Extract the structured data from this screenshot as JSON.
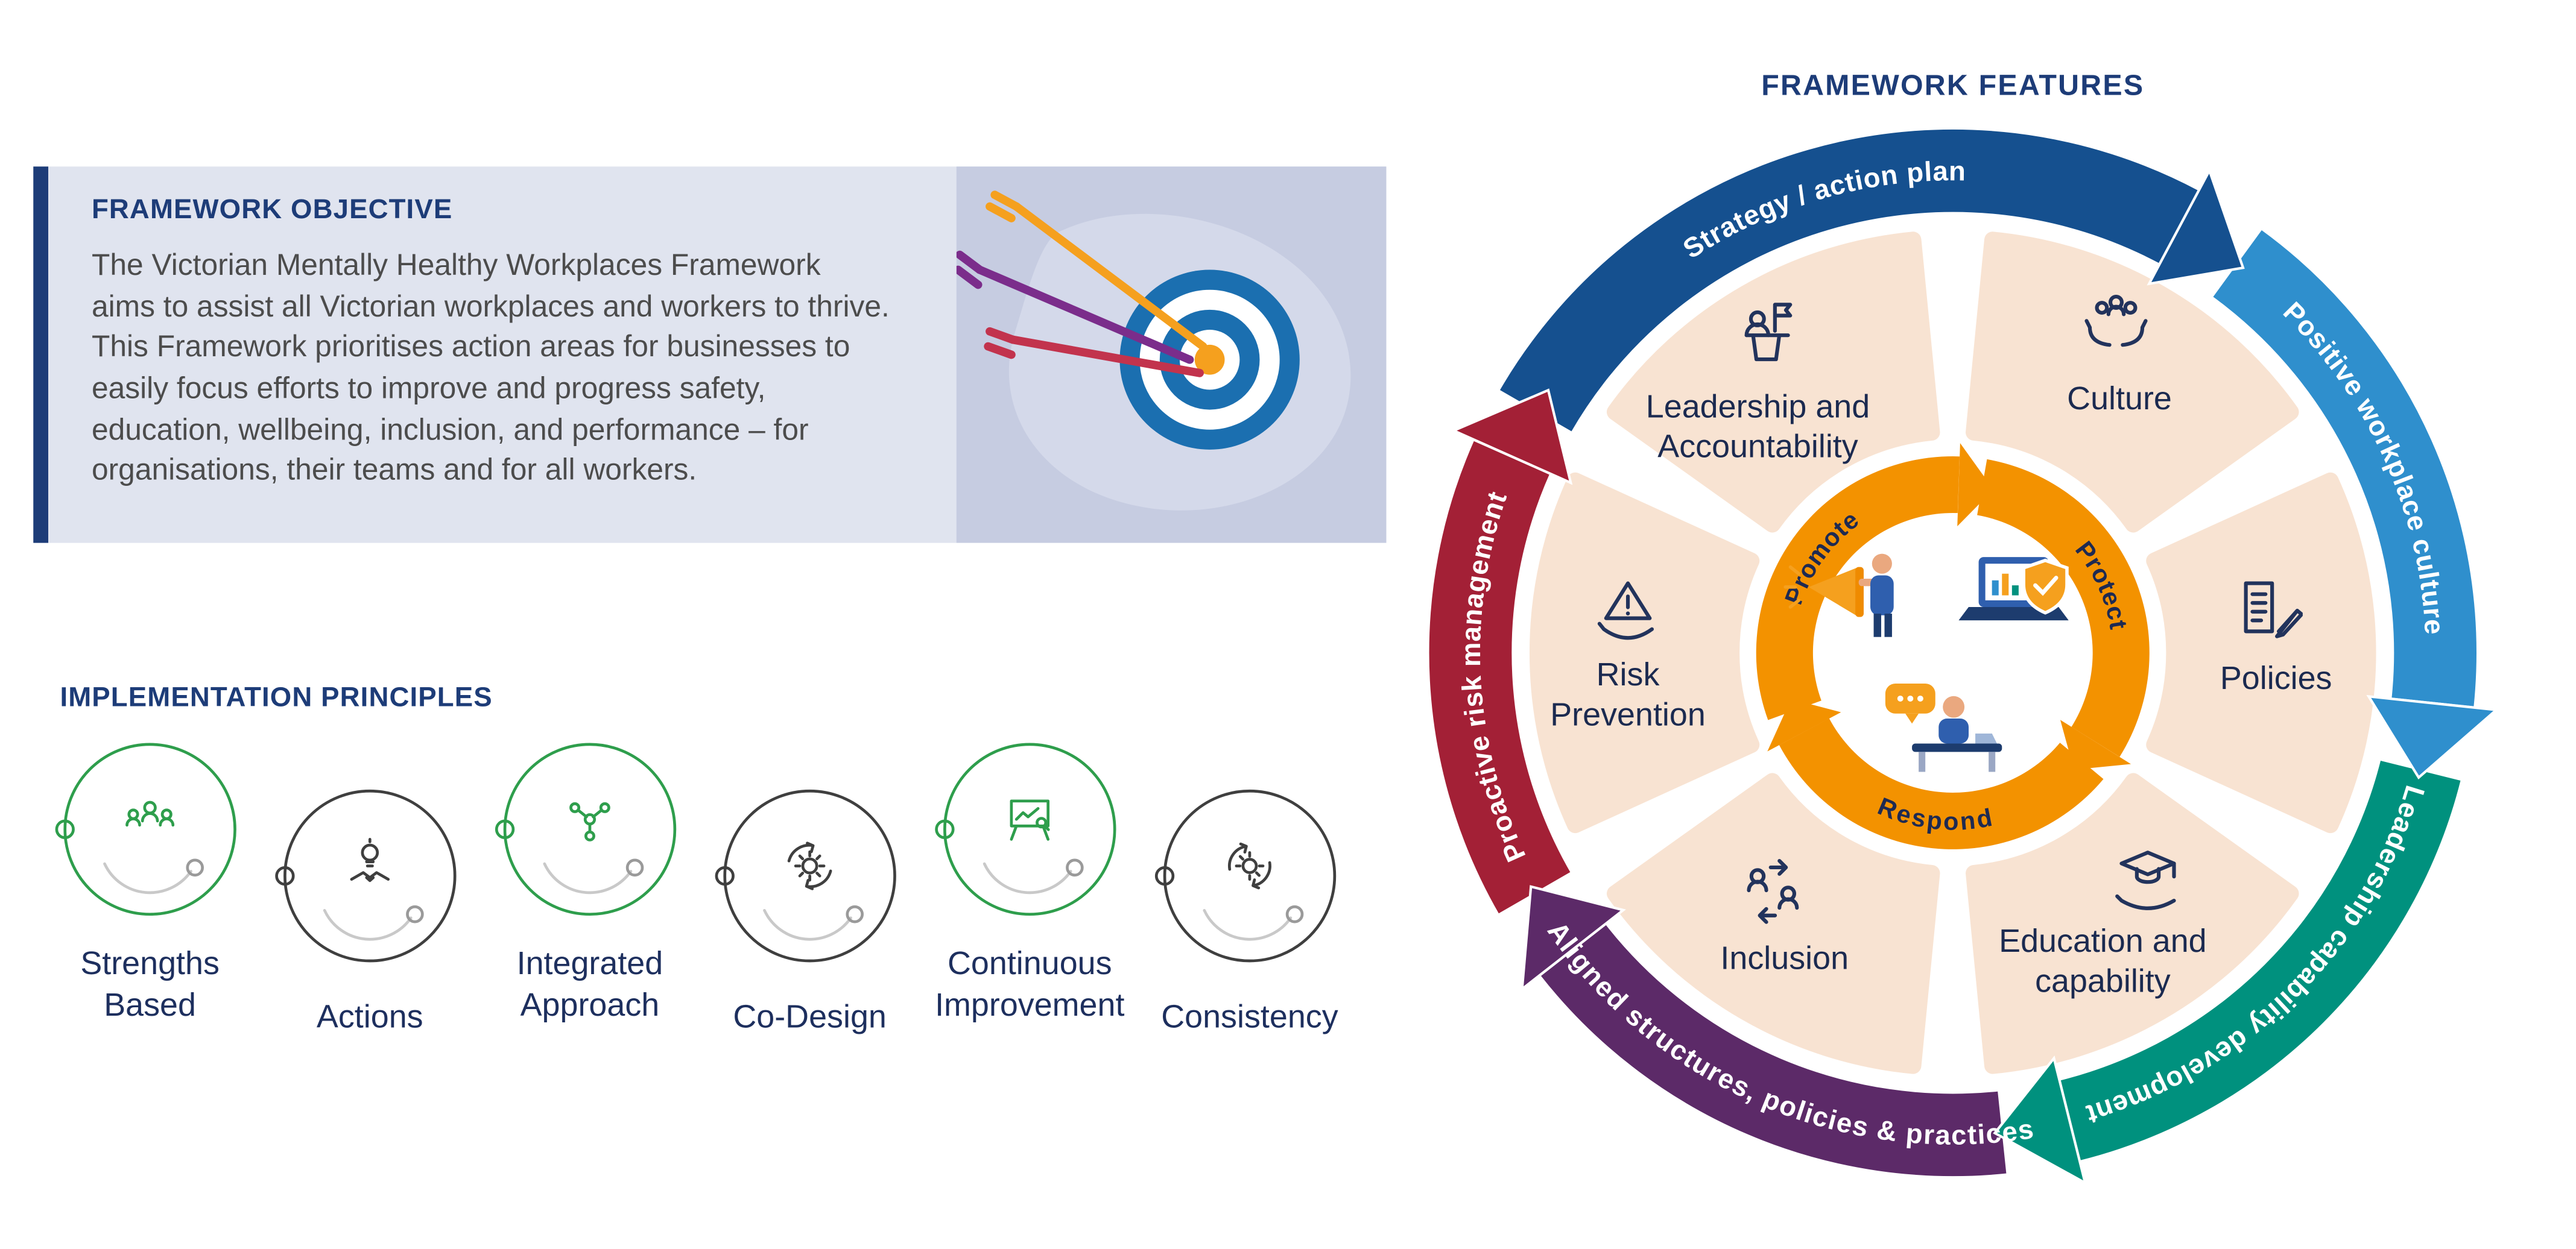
{
  "objective": {
    "title": "FRAMEWORK OBJECTIVE",
    "body": "The Victorian Mentally Healthy Workplaces Framework aims to assist all Victorian workplaces and workers to thrive. This Framework prioritises action areas for businesses to easily focus efforts to improve and progress safety, education, wellbeing, inclusion, and performance  –  for organisations, their teams and for all workers."
  },
  "principles": {
    "title": "IMPLEMENTATION PRINCIPLES",
    "items": [
      {
        "label": "Strengths Based",
        "color": "#2e9e4c"
      },
      {
        "label": "Actions",
        "color": "#3f3f3f"
      },
      {
        "label": "Integrated Approach",
        "color": "#2e9e4c"
      },
      {
        "label": "Co-Design",
        "color": "#3f3f3f"
      },
      {
        "label": "Continuous Improvement",
        "color": "#2e9e4c"
      },
      {
        "label": "Consistency",
        "color": "#3f3f3f"
      }
    ]
  },
  "features": {
    "title": "FRAMEWORK FEATURES",
    "ring": [
      {
        "label": "Strategy / action plan",
        "color": "#15508f"
      },
      {
        "label": "Positive workplace culture",
        "color": "#2f8fcd"
      },
      {
        "label": "Leadership capability development",
        "color": "#00917e"
      },
      {
        "label": "Aligned structures, policies & practices",
        "color": "#5c2a68"
      },
      {
        "label": "Proactive risk management",
        "color": "#a32036"
      }
    ],
    "segments": [
      {
        "label": "Leadership and Accountability"
      },
      {
        "label": "Culture"
      },
      {
        "label": "Policies"
      },
      {
        "label": "Education and capability"
      },
      {
        "label": "Inclusion"
      },
      {
        "label": "Risk Prevention"
      }
    ],
    "cycle": [
      "Promote",
      "Protect",
      "Respond"
    ],
    "colors": {
      "wedge": "#f8e3d2",
      "cycle": "#f39200"
    }
  }
}
